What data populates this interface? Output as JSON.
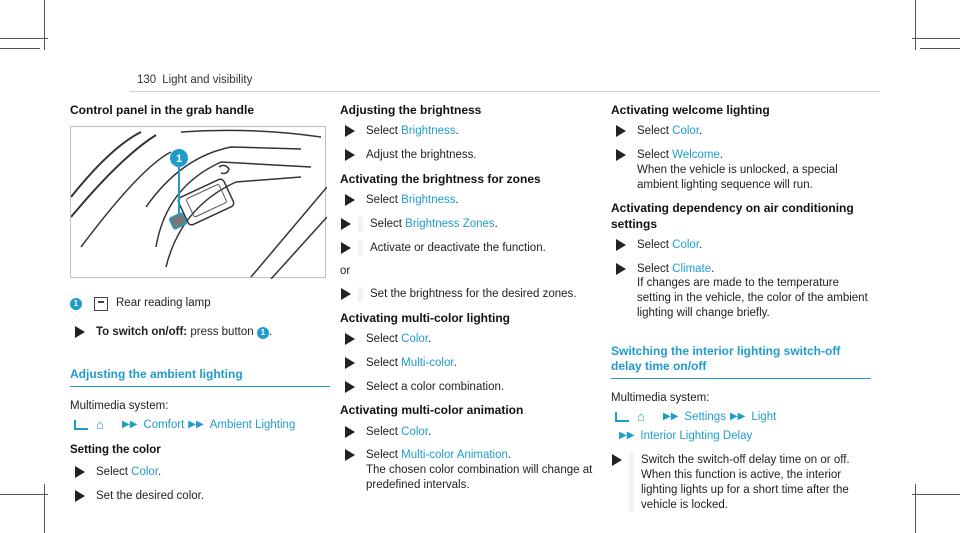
{
  "page": {
    "number": "130",
    "running_title": "Light and visibility"
  },
  "col1": {
    "heading": "Control panel in the grab handle",
    "legend_num": "1",
    "legend_text": "Rear reading lamp",
    "switch_bold": "To switch on/off:",
    "switch_text": "press button",
    "switch_num": "1",
    "section": "Adjusting the ambient lighting",
    "multimedia": "Multimedia system:",
    "path_comfort": "Comfort",
    "path_ambient": "Ambient Lighting",
    "sub_color": "Setting the color",
    "step_select": "Select",
    "color_link": "Color",
    "step_set": "Set the desired color."
  },
  "col2": {
    "h_brightness": "Adjusting the brightness",
    "select": "Select",
    "brightness_link": "Brightness",
    "adjust": "Adjust the brightness.",
    "h_zones": "Activating the brightness for zones",
    "zones_link": "Brightness Zones",
    "activate": "Activate or deactivate the function.",
    "or": "or",
    "set_zones": "Set the brightness for the desired zones.",
    "h_multicolor": "Activating multi-color lighting",
    "color_link": "Color",
    "multicolor_link": "Multi-color",
    "combination": "Select a color combination.",
    "h_animation": "Activating multi-color animation",
    "animation_link": "Multi-color Animation",
    "animation_text": "The chosen color combination will change at predefined intervals."
  },
  "col3": {
    "h_welcome": "Activating welcome lighting",
    "select": "Select",
    "color_link": "Color",
    "welcome_link": "Welcome",
    "welcome_text": "When the vehicle is unlocked, a special ambient lighting sequence will run.",
    "h_climate": "Activating dependency on air conditioning settings",
    "climate_link": "Climate",
    "climate_text": "If changes are made to the temperature setting in the vehicle, the color of the ambient lighting will change briefly.",
    "section": "Switching the interior lighting switch-off delay time on/off",
    "multimedia": "Multimedia system:",
    "path_settings": "Settings",
    "path_light": "Light",
    "path_delay": "Interior Lighting Delay",
    "switch_text": "Switch the switch-off delay time on or off. When this function is active, the interior lighting lights up for a short time after the vehicle is locked."
  },
  "colors": {
    "accent": "#1f9cc9",
    "text": "#222222"
  }
}
